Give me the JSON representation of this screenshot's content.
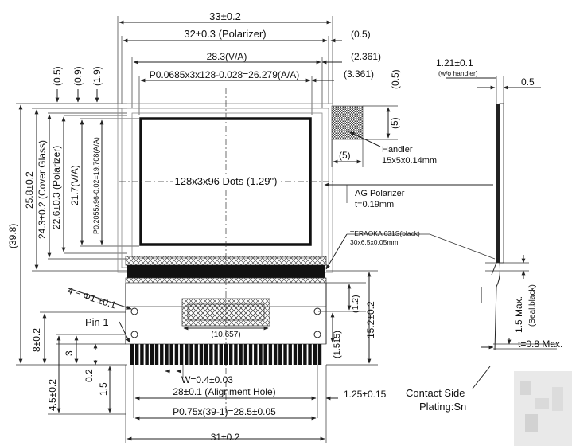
{
  "top": {
    "overall_width": "33±0.2",
    "polarizer_width": "32±0.3 (Polarizer)",
    "va_width": "28.3(V/A)",
    "aa_pitch": "P0.0685x3x128-0.028=26.279(A/A)",
    "right_offset_1": "(0.5)",
    "right_offset_2": "(2.361)",
    "right_offset_3": "(3.361)",
    "right_offset_4": "(0.5)"
  },
  "left": {
    "outer_total": "(39.8)",
    "cover_glass_h": "25.8±0.2",
    "cover_glass_label": "24.3±0.2 (Cover Glass)",
    "polarizer_h": "22.6±0.3 (Polarizer)",
    "va_h": "21.7(V/A)",
    "aa_h": "P0.2055x96-0.02=19.708(A/A)",
    "offset_1": "(0.5)",
    "offset_2": "(0.9)",
    "offset_3": "(1.9)"
  },
  "display": {
    "dots_label": "128x3x96 Dots (1.29\")"
  },
  "handler": {
    "size_label": "(5)",
    "offset_label": "(5)",
    "title": "Handler",
    "spec": "15x5x0.14mm"
  },
  "polarizer_note": {
    "title": "AG Polarizer",
    "spec": "t=0.19mm"
  },
  "tape_note": {
    "title": "TERAOKA 631S(black)",
    "spec": "30x6.5x0.05mm"
  },
  "fpc": {
    "holes": "4 − Φ1 ±0.1",
    "pin1": "Pin 1",
    "inner_width": "(10.657)",
    "dim_1_2": "(1.2)",
    "dim_1_515": "(1.515)",
    "height_15_2": "15.2±0.2",
    "left_8": "8±0.2",
    "left_3": "3",
    "left_0_2": "0.2",
    "left_1_5": "1.5",
    "left_4_5": "4.5±0.2",
    "pin_width": "W=0.4±0.03",
    "align_hole": "28±0.1 (Alignment Hole)",
    "pitch": "P0.75x(39-1)=28.5±0.05",
    "edge_offset": "1.25±0.15",
    "total_width": "31±0.2",
    "contact_side": "Contact Side",
    "plating": "Plating:Sn"
  },
  "side": {
    "thickness": "1.21±0.1",
    "thickness_note": "(w/o handler)",
    "offset": "0.5",
    "max_thickness": "1.5 Max.",
    "seal_label": "(Seal,black)",
    "fpc_thickness": "t=0.8 Max."
  },
  "colors": {
    "line": "#222222",
    "frame": "#111111",
    "background": "#ffffff"
  }
}
